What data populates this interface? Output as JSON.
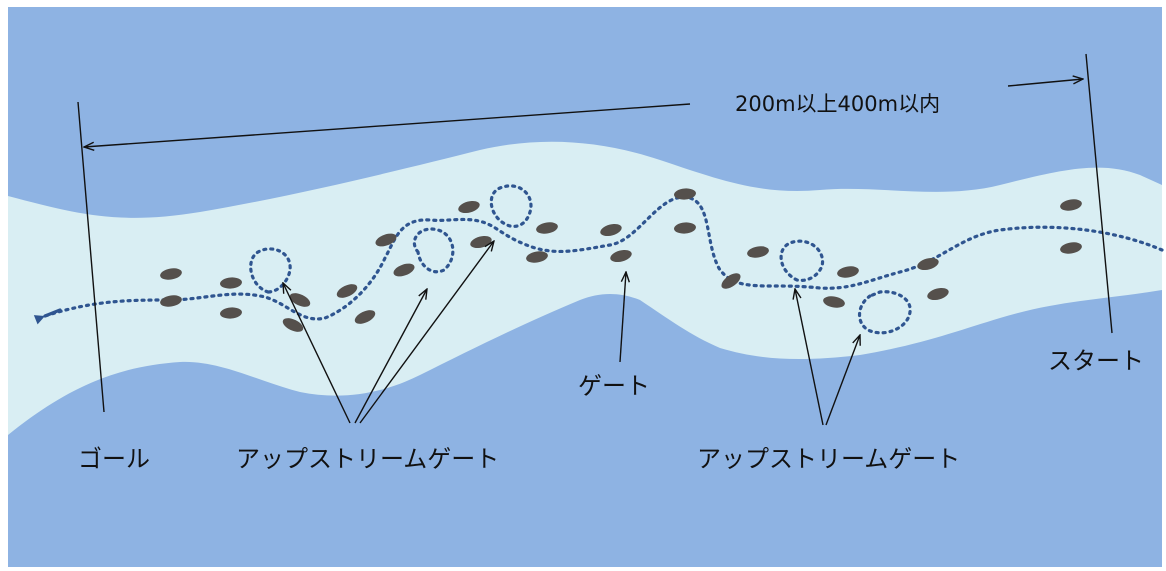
{
  "labels": {
    "distance": "200m以上400m以内",
    "goal": "ゴール",
    "upstream_gate_left": "アップストリームゲート",
    "gate": "ゲート",
    "upstream_gate_right": "アップストリームゲート",
    "start": "スタート"
  },
  "colors": {
    "background_water": "#8eb3e3",
    "river_course": "#d9eef3",
    "frame": "#ffffff",
    "gate_pole": "#55504c",
    "course_line": "#2f5590",
    "annotation_line": "#111111"
  },
  "icons": {
    "gate": "gate-pole-ellipse",
    "course_direction": "arrow-head"
  }
}
